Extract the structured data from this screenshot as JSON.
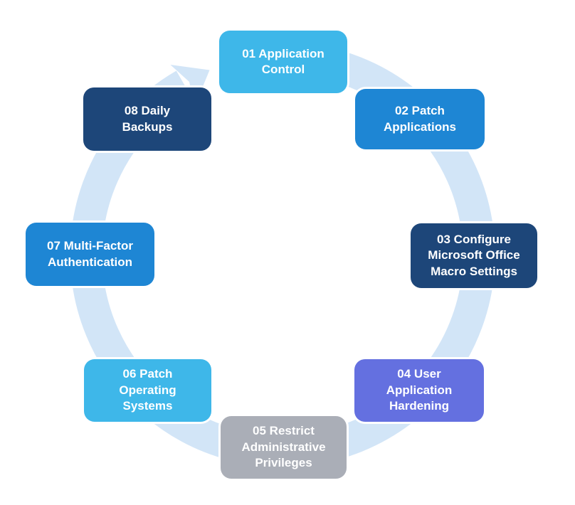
{
  "diagram": {
    "type": "cycle",
    "ring_color": "#D2E5F7",
    "text_color": "#FFFFFF",
    "steps": [
      {
        "id": "01",
        "label": "01 Application\nControl",
        "color": "#3EB7E9"
      },
      {
        "id": "02",
        "label": "02 Patch\nApplications",
        "color": "#1E86D4"
      },
      {
        "id": "03",
        "label": "03 Configure\nMicrosoft Office\nMacro Settings",
        "color": "#1D4679"
      },
      {
        "id": "04",
        "label": "04 User\nApplication\nHardening",
        "color": "#6470E0"
      },
      {
        "id": "05",
        "label": "05 Restrict\nAdministrative\nPrivileges",
        "color": "#AAAEB7"
      },
      {
        "id": "06",
        "label": "06 Patch\nOperating\nSystems",
        "color": "#3EB7E9"
      },
      {
        "id": "07",
        "label": "07 Multi-Factor\nAuthentication",
        "color": "#1E86D4"
      },
      {
        "id": "08",
        "label": "08 Daily\nBackups",
        "color": "#1D4679"
      }
    ]
  }
}
